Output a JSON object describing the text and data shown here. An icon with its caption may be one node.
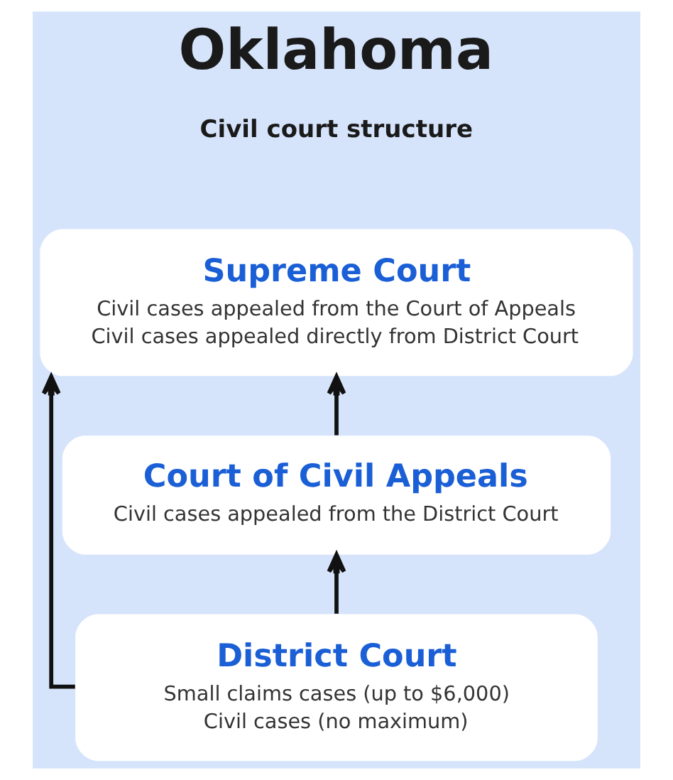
{
  "diagram": {
    "title": "Oklahoma",
    "nodes": [
      {
        "text": [
          "Supreme Court",
          "Civil cases appealed from the Court of Appeals",
          "Civil cases appealed directly from District Court"
        ]
      },
      {
        "text": [
          "Court of Civil Appeals",
          "Civil cases appealed from the District Court"
        ]
      },
      {
        "text": [
          "District Court",
          "Small claims cases (up to $6,000)",
          "Civil cases (no maximum)"
        ]
      }
    ],
    "edges": [
      {
        "from": 1,
        "to": 0,
        "arrow": "to"
      },
      {
        "from": 2,
        "to": 1,
        "arrow": "to"
      },
      {
        "from": 2,
        "to": 0,
        "arrow": "to"
      }
    ],
    "labels": [
      "Civil court structure"
    ]
  }
}
